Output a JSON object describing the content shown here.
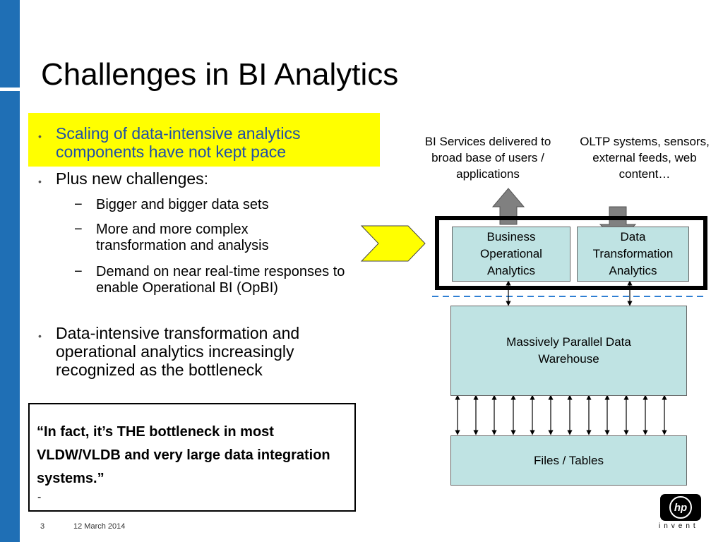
{
  "slide": {
    "title": "Challenges in BI Analytics",
    "bullets": {
      "b1": "Scaling of data-intensive analytics components have not kept pace",
      "b2": "Plus new challenges:",
      "sub1": "Bigger and bigger data sets",
      "sub2": "More and more complex transformation and analysis",
      "sub3": "Demand on near real-time responses to enable Operational BI (OpBI)",
      "b3": "Data-intensive transformation and operational analytics increasingly recognized as the bottleneck"
    },
    "bullet_glyph": "•",
    "dash_glyph": "−",
    "quote": {
      "text": "“In fact, it’s THE bottleneck in most VLDW/VLDB and very large data integration systems.”",
      "attribution": "-"
    },
    "footer": {
      "page": "3",
      "date": "12 March 2014"
    },
    "logo": {
      "mark": "hp",
      "tagline": "invent"
    }
  },
  "diagram": {
    "label_bi": "BI Services delivered to broad base of users / applications",
    "label_oltp": "OLTP systems, sensors, external feeds, web content…",
    "box_business": "Business Operational Analytics",
    "box_transform": "Data Transformation Analytics",
    "box_warehouse": "Massively Parallel Data Warehouse",
    "box_files": "Files / Tables"
  },
  "colors": {
    "accent_blue": "#1f6fb5",
    "highlight_yellow": "#ffff00",
    "box_fill": "#bfe3e3",
    "arrow_gray": "#808080",
    "dashed_line": "#2e7fd3"
  }
}
